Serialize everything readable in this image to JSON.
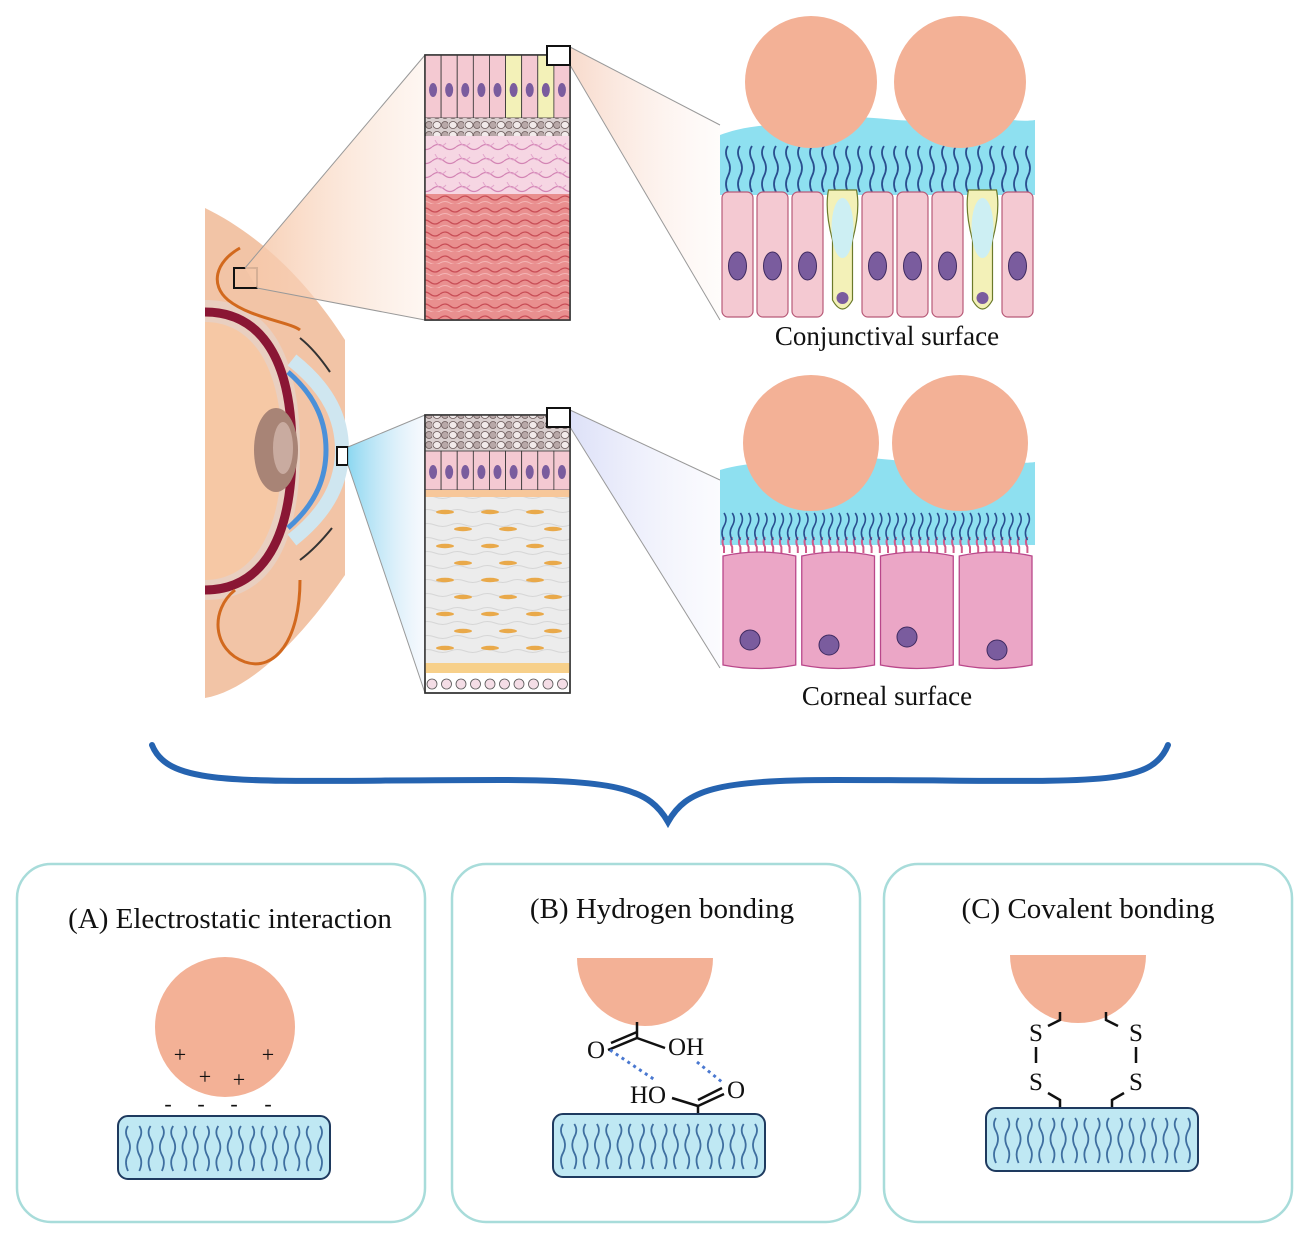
{
  "surfaces": {
    "conjunctival": "Conjunctival surface",
    "corneal": "Corneal surface"
  },
  "panels": [
    {
      "id": "A",
      "title": "(A) Electrostatic interaction"
    },
    {
      "id": "B",
      "title": "(B) Hydrogen bonding"
    },
    {
      "id": "C",
      "title": "(C) Covalent bonding"
    }
  ],
  "electrostatic": {
    "positive_sign": "+",
    "negative_sign": "-"
  },
  "hydrogen": {
    "o_top": "O",
    "oh_top": "OH",
    "ho_bottom": "HO",
    "o_bottom": "O"
  },
  "covalent": {
    "s1": "S",
    "s2": "S",
    "s3": "S",
    "s4": "S"
  },
  "colors": {
    "particle": "#F3B196",
    "mucus": "#8EE0F0",
    "mucin": "#2A4F8F",
    "epithelial_cell": "#F4C9D2",
    "corneal_cell": "#EBA6C6",
    "nucleus": "#7A5C9E",
    "goblet_cell": "#F3F1B8",
    "panel_border": "#A8DCDA",
    "brace": "#2563B0",
    "substrate": "#BFE8F3",
    "skin": "#F2C4A6"
  }
}
